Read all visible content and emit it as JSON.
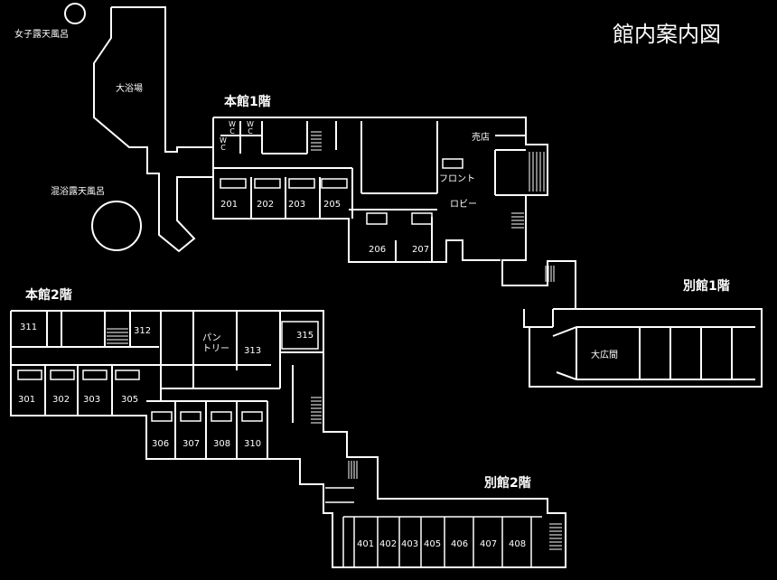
{
  "title": "館内案内図",
  "floors": {
    "honkan1": "本館1階",
    "honkan2": "本館2階",
    "bekkan1": "別館1階",
    "bekkan2": "別館2階"
  },
  "facilities": {
    "women_bath": "女子露天風呂",
    "large_bath": "大浴場",
    "mixed_bath": "混浴露天風呂",
    "shop": "売店",
    "front": "フロント",
    "lobby": "ロビー",
    "hall": "大広間",
    "pantry_1": "パン",
    "pantry_2": "トリー",
    "wc": "W C"
  },
  "rooms_1f": [
    "201",
    "202",
    "203",
    "205",
    "206",
    "207"
  ],
  "rooms_2f": [
    "311",
    "312",
    "313",
    "315",
    "301",
    "302",
    "303",
    "305",
    "306",
    "307",
    "308",
    "310"
  ],
  "rooms_annex2": [
    "401",
    "402",
    "403",
    "405",
    "406",
    "407",
    "408"
  ]
}
